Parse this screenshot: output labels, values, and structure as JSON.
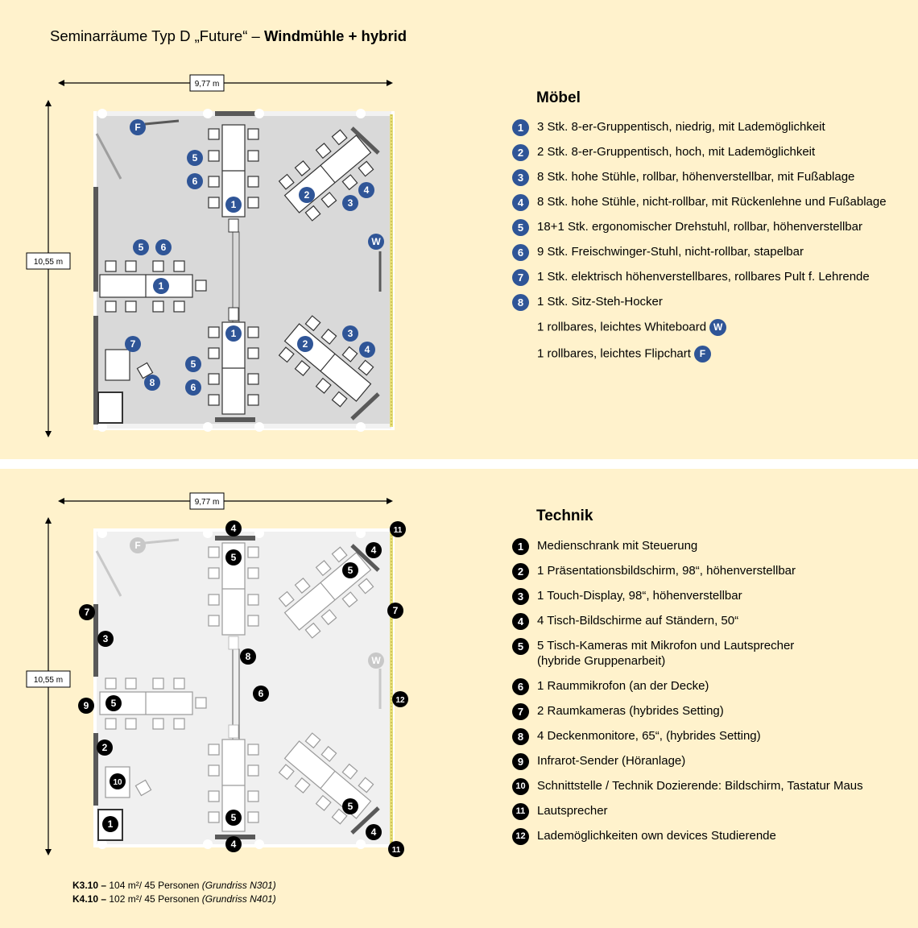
{
  "title": {
    "prefix": "Seminarräume Typ D „Future“ – ",
    "bold": "Windmühle + hybrid"
  },
  "dimensions": {
    "width": "9,77 m",
    "height": "10,55 m"
  },
  "moebel": {
    "heading": "Möbel",
    "items": [
      {
        "badge": "1",
        "text": "3 Stk. 8-er-Gruppentisch, niedrig, mit Lademöglichkeit"
      },
      {
        "badge": "2",
        "text": "2 Stk. 8-er-Gruppentisch, hoch, mit Lademöglichkeit"
      },
      {
        "badge": "3",
        "text": "8 Stk. hohe Stühle, rollbar, höhenverstellbar, mit Fußablage"
      },
      {
        "badge": "4",
        "text": "8 Stk. hohe Stühle, nicht-rollbar, mit Rückenlehne und Fußablage"
      },
      {
        "badge": "5",
        "text": "18+1 Stk. ergonomischer Drehstuhl, rollbar, höhenverstellbar"
      },
      {
        "badge": "6",
        "text": "9 Stk. Freischwinger-Stuhl, nicht-rollbar, stapelbar"
      },
      {
        "badge": "7",
        "text": "1 Stk. elektrisch höhenverstellbares, rollbares Pult f. Lehrende"
      },
      {
        "badge": "8",
        "text": "1 Stk. Sitz-Steh-Hocker"
      }
    ],
    "whiteboard": {
      "text": "1 rollbares, leichtes Whiteboard",
      "badge": "W"
    },
    "flipchart": {
      "text": "1 rollbares, leichtes Flipchart",
      "badge": "F"
    }
  },
  "technik": {
    "heading": "Technik",
    "items": [
      {
        "badge": "1",
        "text": "Medienschrank mit Steuerung"
      },
      {
        "badge": "2",
        "text": "1 Präsentationsbildschirm, 98“, höhenverstellbar"
      },
      {
        "badge": "3",
        "text": "1 Touch-Display, 98“,  höhenverstellbar"
      },
      {
        "badge": "4",
        "text": "4 Tisch-Bildschirme auf Ständern, 50“"
      },
      {
        "badge": "5",
        "text": "5 Tisch-Kameras mit Mikrofon und Lautsprecher (hybride Gruppenarbeit)"
      },
      {
        "badge": "6",
        "text": "1 Raummikrofon (an der Decke)"
      },
      {
        "badge": "7",
        "text": "2 Raumkameras (hybrides Setting)"
      },
      {
        "badge": "8",
        "text": "4 Deckenmonitore, 65“, (hybrides Setting)"
      },
      {
        "badge": "9",
        "text": "Infrarot-Sender (Höranlage)"
      },
      {
        "badge": "10",
        "text": "Schnittstelle / Technik Dozierende: Bildschirm, Tastatur Maus"
      },
      {
        "badge": "11",
        "text": "Lautsprecher"
      },
      {
        "badge": "12",
        "text": "Lademöglichkeiten own devices Studierende"
      }
    ]
  },
  "footer": [
    {
      "room": "K3.10 –",
      "info": " 104 m²/ 45 Personen ",
      "plan": "(Grundriss N301)"
    },
    {
      "room": "K4.10 –",
      "info": " 102 m²/ 45 Personen ",
      "plan": "(Grundriss N401)"
    }
  ],
  "colors": {
    "panel": "#fff2cc",
    "floor": "#d9d9d9",
    "floor_light": "#f0f0f0",
    "badge_blue": "#2f5597",
    "badge_black": "#000000",
    "wall": "#595959",
    "charging_strip": "#e8e07a"
  }
}
